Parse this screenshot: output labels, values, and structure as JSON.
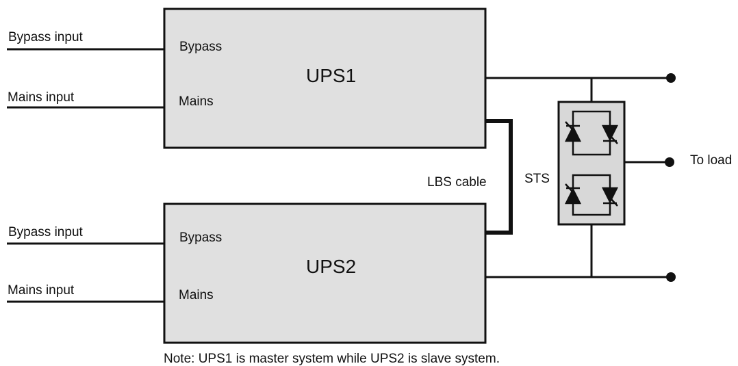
{
  "inputs": {
    "ups1_bypass": "Bypass input",
    "ups1_mains": "Mains input",
    "ups2_bypass": "Bypass input",
    "ups2_mains": "Mains input"
  },
  "ups1": {
    "name": "UPS1",
    "bypass_port": "Bypass",
    "mains_port": "Mains"
  },
  "ups2": {
    "name": "UPS2",
    "bypass_port": "Bypass",
    "mains_port": "Mains"
  },
  "lbs_cable": "LBS cable",
  "sts": "STS",
  "output": "To load",
  "note": "Note: UPS1 is master system while UPS2 is slave system."
}
